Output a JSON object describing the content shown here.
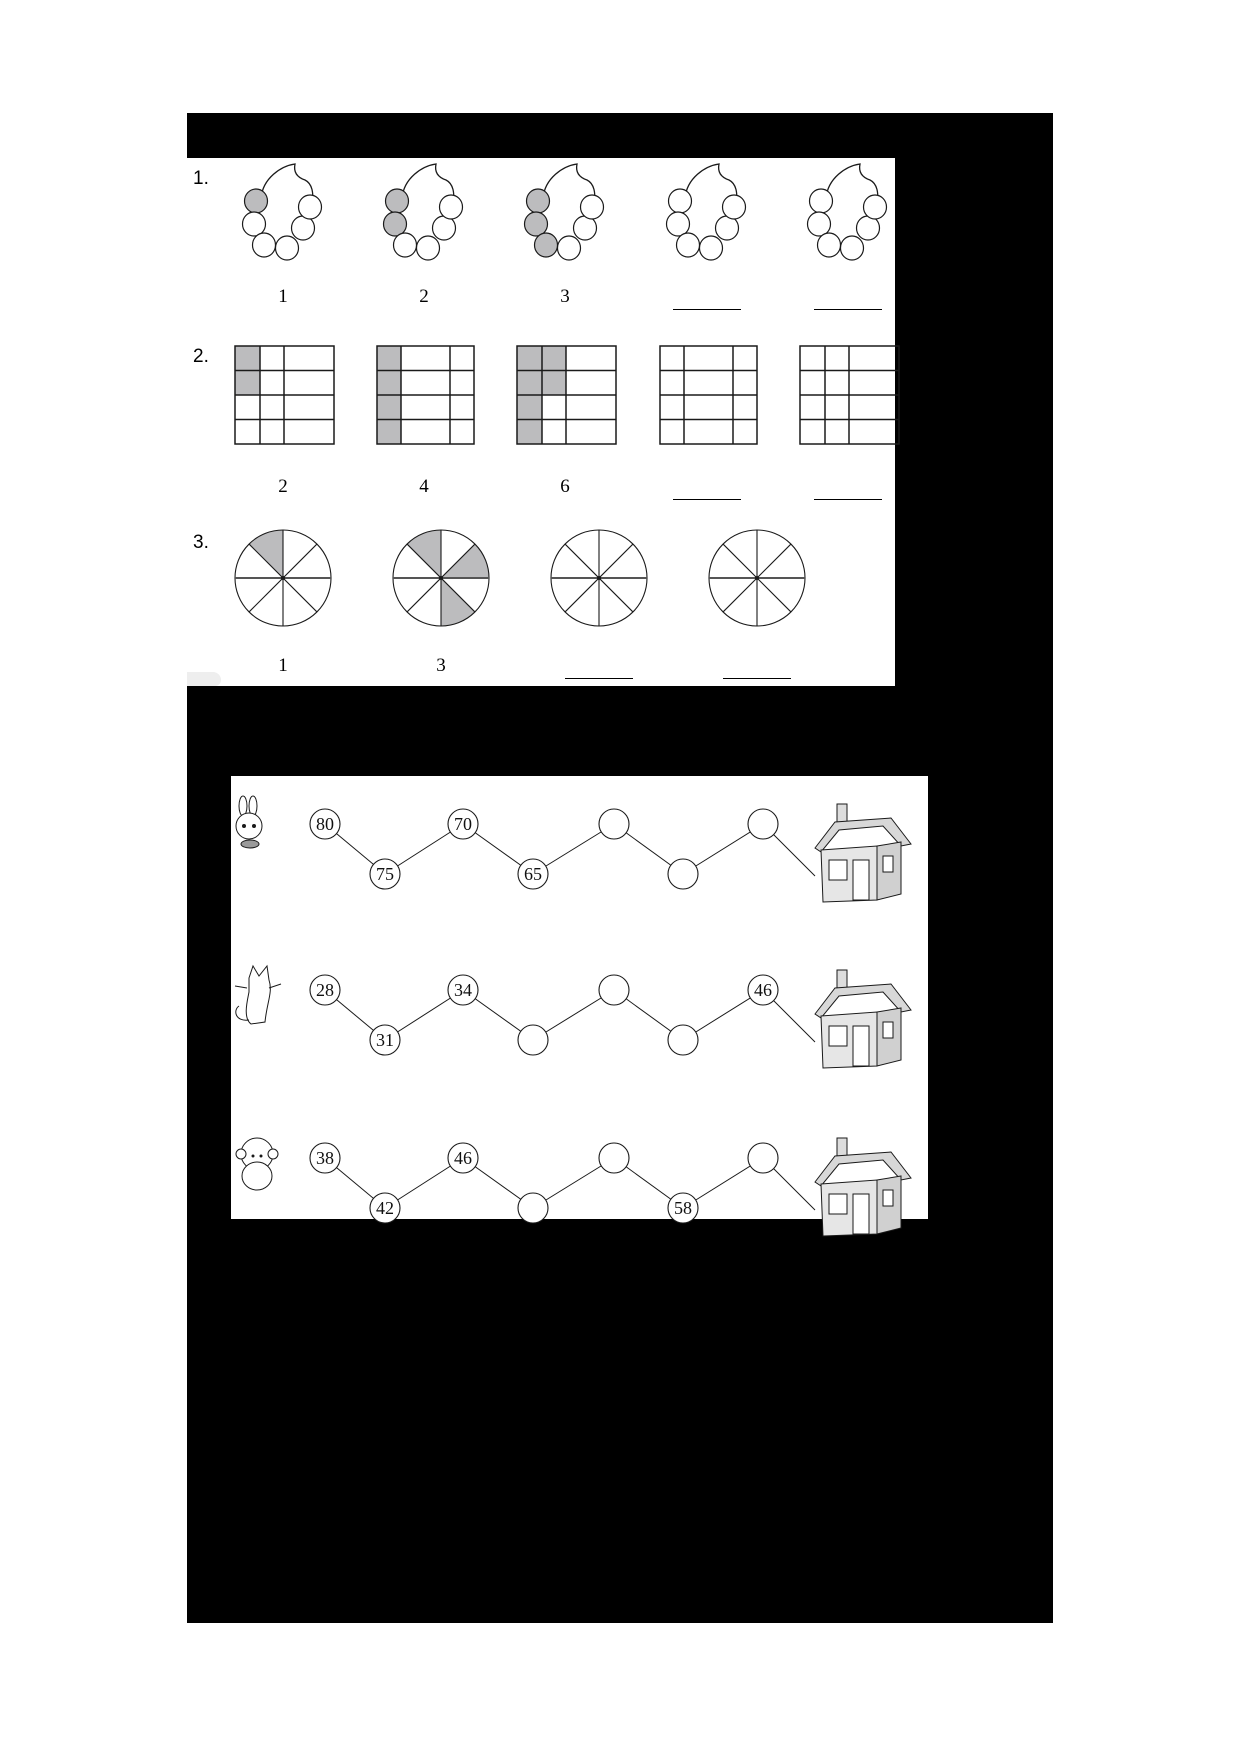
{
  "worksheet": {
    "section_top": {
      "questions": [
        {
          "number": "1.",
          "type": "bead-necklace-counting",
          "items": [
            {
              "shaded_beads": 1,
              "label": "1"
            },
            {
              "shaded_beads": 2,
              "label": "2"
            },
            {
              "shaded_beads": 3,
              "label": "3"
            },
            {
              "shaded_beads": 0,
              "label": ""
            },
            {
              "shaded_beads": 0,
              "label": ""
            }
          ]
        },
        {
          "number": "2.",
          "type": "grid-shading-counting",
          "items": [
            {
              "label": "2"
            },
            {
              "label": "4"
            },
            {
              "label": "6"
            },
            {
              "label": ""
            },
            {
              "label": ""
            }
          ]
        },
        {
          "number": "3.",
          "type": "circle-eighths-counting",
          "items": [
            {
              "shaded_sectors": 1,
              "label": "1"
            },
            {
              "shaded_sectors": 3,
              "label": "3"
            },
            {
              "shaded_sectors": 0,
              "label": ""
            },
            {
              "shaded_sectors": 0,
              "label": ""
            }
          ]
        }
      ]
    },
    "section_bottom": {
      "type": "number-path-to-house",
      "rows": [
        {
          "animal": "rabbit",
          "nodes": [
            "80",
            "75",
            "70",
            "65",
            "",
            "",
            ""
          ]
        },
        {
          "animal": "cat",
          "nodes": [
            "28",
            "31",
            "34",
            "",
            "",
            "",
            "46"
          ]
        },
        {
          "animal": "sheep",
          "nodes": [
            "38",
            "42",
            "46",
            "",
            "",
            "58",
            ""
          ]
        }
      ],
      "destination": "house"
    },
    "colors": {
      "background": "#000000",
      "panel": "#ffffff",
      "shade": "#bcbcbe",
      "line": "#1a1a1a"
    }
  }
}
